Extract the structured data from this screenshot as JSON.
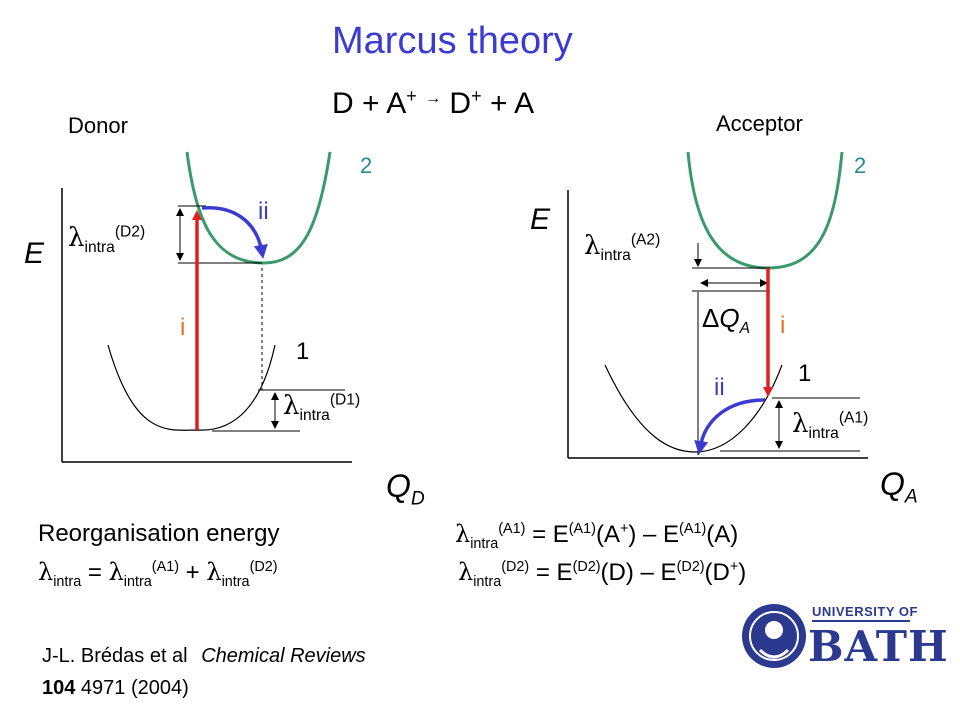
{
  "title": "Marcus theory",
  "reaction": {
    "d": "D + A",
    "sup_plus": "+",
    "arrow": "→",
    "rhs_d": "D",
    "rhs_rest": " + A"
  },
  "donor": {
    "label": "Donor",
    "axis_e": "E",
    "axis_q": "Q",
    "axis_q_sub": "D",
    "state2": "2",
    "state1": "1",
    "step_i": "i",
    "step_ii": "ii",
    "lambda_upper": {
      "sub": "intra",
      "sup": "(D2)"
    },
    "lambda_lower": {
      "sub": "intra",
      "sup": "(D1)"
    }
  },
  "acceptor": {
    "label": "Acceptor",
    "axis_e": "E",
    "axis_q": "Q",
    "axis_q_sub": "A",
    "state2": "2",
    "state1": "1",
    "step_i": "i",
    "step_ii": "ii",
    "delta_q": "Q",
    "delta_q_sub": "A",
    "lambda_upper": {
      "sub": "intra",
      "sup": "(A2)"
    },
    "lambda_lower": {
      "sub": "intra",
      "sup": "(A1)"
    }
  },
  "equations": {
    "reorg_label": "Reorganisation energy",
    "total": {
      "sub": "intra",
      "eq": " = ",
      "term1_sub": "intra",
      "term1_sup": "(A1)",
      "plus": " + ",
      "term2_sub": "intra",
      "term2_sup": "(D2)"
    },
    "acc": {
      "sub": "intra",
      "sup": "(A1)",
      "rhs": " = E",
      "rhs_sup1": "(A1)",
      "rhs_arg1": "(A",
      "rhs_arg1_sup": "+",
      "rhs_mid": ") – E",
      "rhs_sup2": "(A1)",
      "rhs_arg2": "(A)"
    },
    "don": {
      "sub": "intra",
      "sup": "(D2)",
      "rhs": " = E",
      "rhs_sup1": "(D2)",
      "rhs_arg1": "(D) – E",
      "rhs_sup2": "(D2)",
      "rhs_arg2": "(D",
      "rhs_arg2_sup": "+",
      "rhs_end": ")"
    }
  },
  "citation": {
    "authors": "J-L. Brédas et al",
    "journal": "Chemical Reviews",
    "volume": "104",
    "rest": " 4971 (2004)"
  },
  "logo": {
    "line1": "UNIVERSITY OF",
    "line2": "BATH"
  },
  "colors": {
    "title": "#3b3bd1",
    "teal": "#2a8a8a",
    "green": "#3a9a6a",
    "red": "#e02020",
    "blue_arrow": "#3b3bd1",
    "orange": "#e07020",
    "logo_blue": "#2b3a8f"
  }
}
